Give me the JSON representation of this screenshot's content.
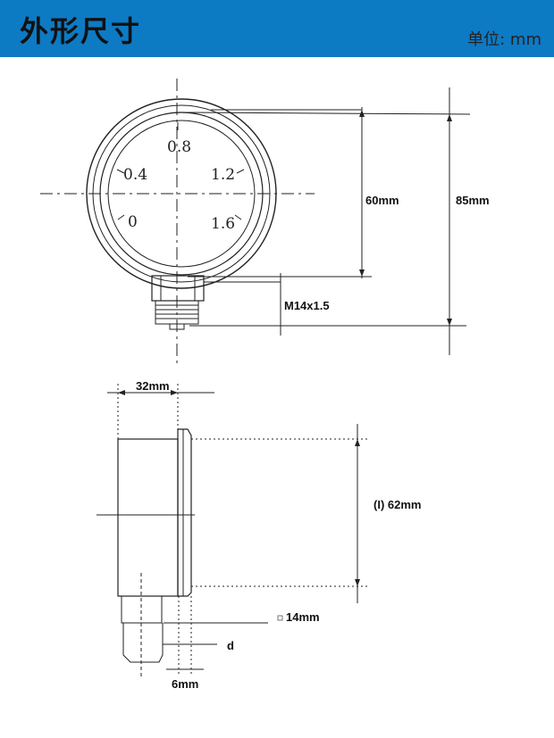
{
  "header": {
    "title": "外形尺寸",
    "unit": "单位: mm"
  },
  "front_view": {
    "scale_labels": [
      "0.8",
      "0.4",
      "1.2",
      "0",
      "1.6"
    ],
    "dim_60": "60mm",
    "dim_85": "85mm",
    "thread": "M14x1.5"
  },
  "side_view": {
    "dim_32": "32mm",
    "dim_62": "(I) 62mm",
    "hex_14": "14mm",
    "d_label": "d",
    "dim_6": "6mm"
  }
}
